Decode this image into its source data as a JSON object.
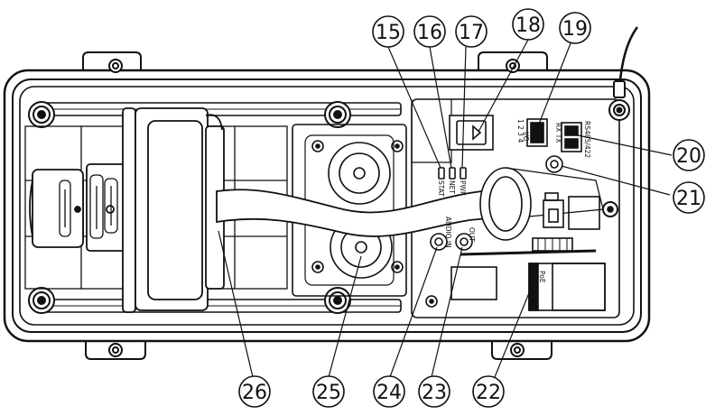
{
  "callouts": {
    "c15": "15",
    "c16": "16",
    "c17": "17",
    "c18": "18",
    "c19": "19",
    "c20": "20",
    "c21": "21",
    "c22": "22",
    "c23": "23",
    "c24": "24",
    "c25": "25",
    "c26": "26"
  },
  "port_labels": {
    "rs485": "RS485/422",
    "rs_pins": "RX  TX",
    "io": "I/O",
    "io_pins": "1 2 3 4",
    "audio_in": "AUDIO IN",
    "audio_out": "OUT",
    "poe": "PoE",
    "led_status": "STAT",
    "led_network": "NET",
    "led_power": "PWR"
  }
}
